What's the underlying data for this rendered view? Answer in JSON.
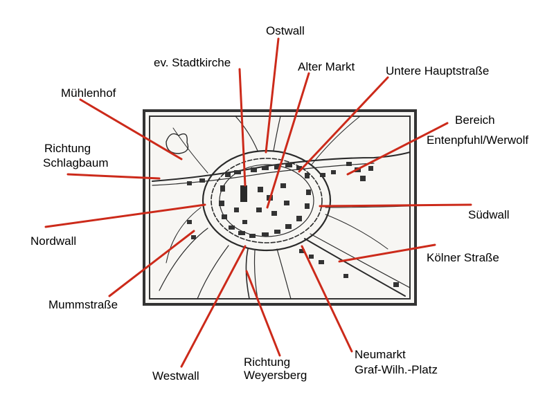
{
  "colors": {
    "leader": "#cc2a1a",
    "ink": "#2a2a2a",
    "paper": "#f7f6f3",
    "frame": "#333333"
  },
  "labels": {
    "ostwall": "Ostwall",
    "stadtkirche": "ev. Stadtkirche",
    "alter_markt": "Alter Markt",
    "untere_hauptstrasse": "Untere Hauptstraße",
    "muehlenhof": "Mühlenhof",
    "bereich_1": "Bereich",
    "bereich_2": "Entenpfuhl/Werwolf",
    "richtung_schlagbaum_1": "Richtung",
    "richtung_schlagbaum_2": "Schlagbaum",
    "suedwall": "Südwall",
    "nordwall": "Nordwall",
    "koelner_strasse": "Kölner Straße",
    "mummstrasse": "Mummstraße",
    "westwall": "Westwall",
    "richtung_weyersberg_1": "Richtung",
    "richtung_weyersberg_2": "Weyersberg",
    "neumarkt": "Neumarkt",
    "graf_wilh_platz": "Graf-Wilh.-Platz"
  }
}
